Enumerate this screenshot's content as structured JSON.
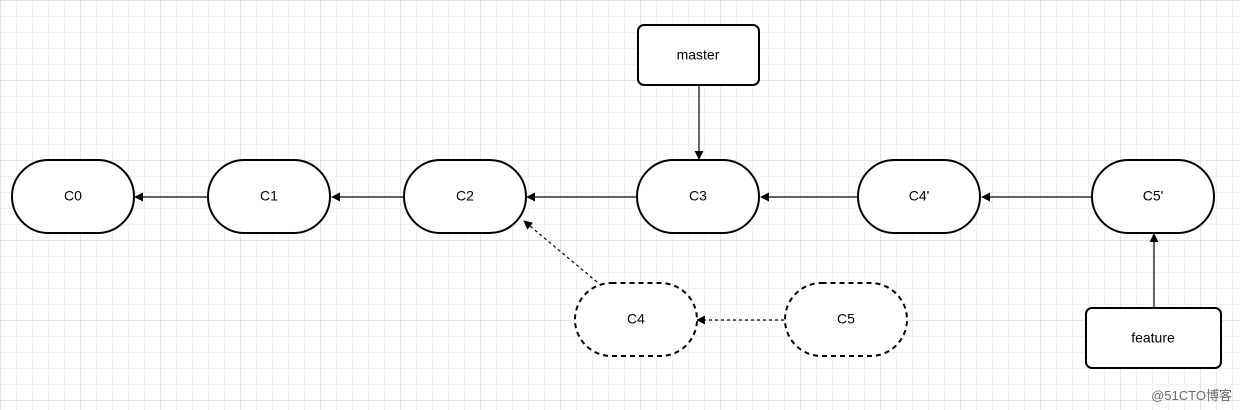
{
  "diagram": {
    "commits": {
      "c0": "C0",
      "c1": "C1",
      "c2": "C2",
      "c3": "C3",
      "c4_prime": "C4'",
      "c5_prime": "C5'",
      "c4": "C4",
      "c5": "C5"
    },
    "branches": {
      "master": "master",
      "feature": "feature"
    }
  },
  "watermark": "@51CTO博客",
  "colors": {
    "stroke": "#000000",
    "node_fill": "#ffffff",
    "grid_major": "#e4e4e4",
    "grid_minor": "#f1f1f1"
  }
}
